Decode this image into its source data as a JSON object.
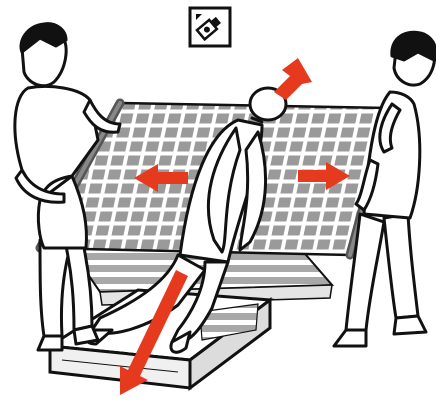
{
  "illustration": {
    "icon": "ir-camera-icon",
    "figures": [
      "left-person",
      "right-person",
      "patient",
      "mesh-sheet",
      "table",
      "floor-mat"
    ],
    "arrows": [
      "up",
      "left",
      "right",
      "down"
    ]
  },
  "colors": {
    "ink": "#111111",
    "mesh": "#9a9a9a",
    "meshLight": "#cfcfcf",
    "arrow": "#e63a1e",
    "background": "#ffffff"
  }
}
